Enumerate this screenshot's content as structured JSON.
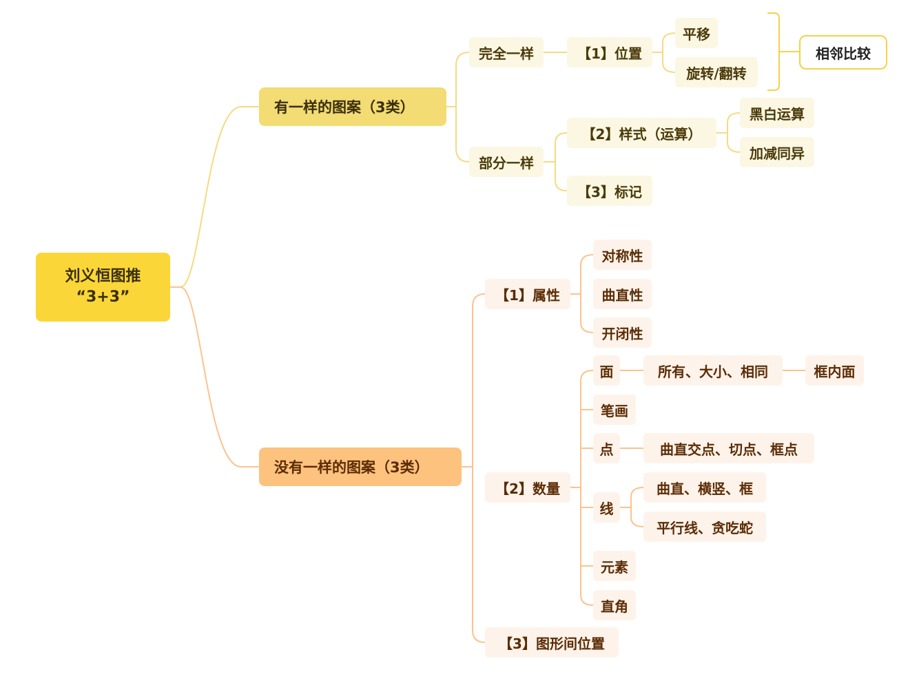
{
  "root": {
    "line1": "刘义恒图推",
    "line2": "“3+3”"
  },
  "branch1": {
    "label": "有一样的图案（3类）",
    "wanquan": "完全一样",
    "weizhi": "【1】位置",
    "pingyi": "平移",
    "xuanzhuan": "旋转/翻转",
    "callout": "相邻比较",
    "bufen": "部分一样",
    "yangshi": "【2】样式（运算）",
    "heibai": "黑白运算",
    "jiajian": "加减同异",
    "biaoji": "【3】标记"
  },
  "branch2": {
    "label": "没有一样的图案（3类）",
    "shuxing": "【1】属性",
    "duichen": "对称性",
    "quzhi": "曲直性",
    "kaibi": "开闭性",
    "shuliang": "【2】数量",
    "mian": "面",
    "mian_child": "所有、大小、相同",
    "mian_grand": "框内面",
    "bihua": "笔画",
    "dian": "点",
    "dian_child": "曲直交点、切点、框点",
    "xian": "线",
    "xian_child1": "曲直、横竖、框",
    "xian_child2": "平行线、贪吃蛇",
    "yuansu": "元素",
    "zhijiao": "直角",
    "tuxingjian": "【3】图形间位置"
  },
  "colors": {
    "root": "#FBD638",
    "branch_yellow": "#F2DC73",
    "branch_orange": "#FDC27E",
    "edge_yellow": "#F6DA82",
    "edge_orange": "#FCC38C"
  }
}
